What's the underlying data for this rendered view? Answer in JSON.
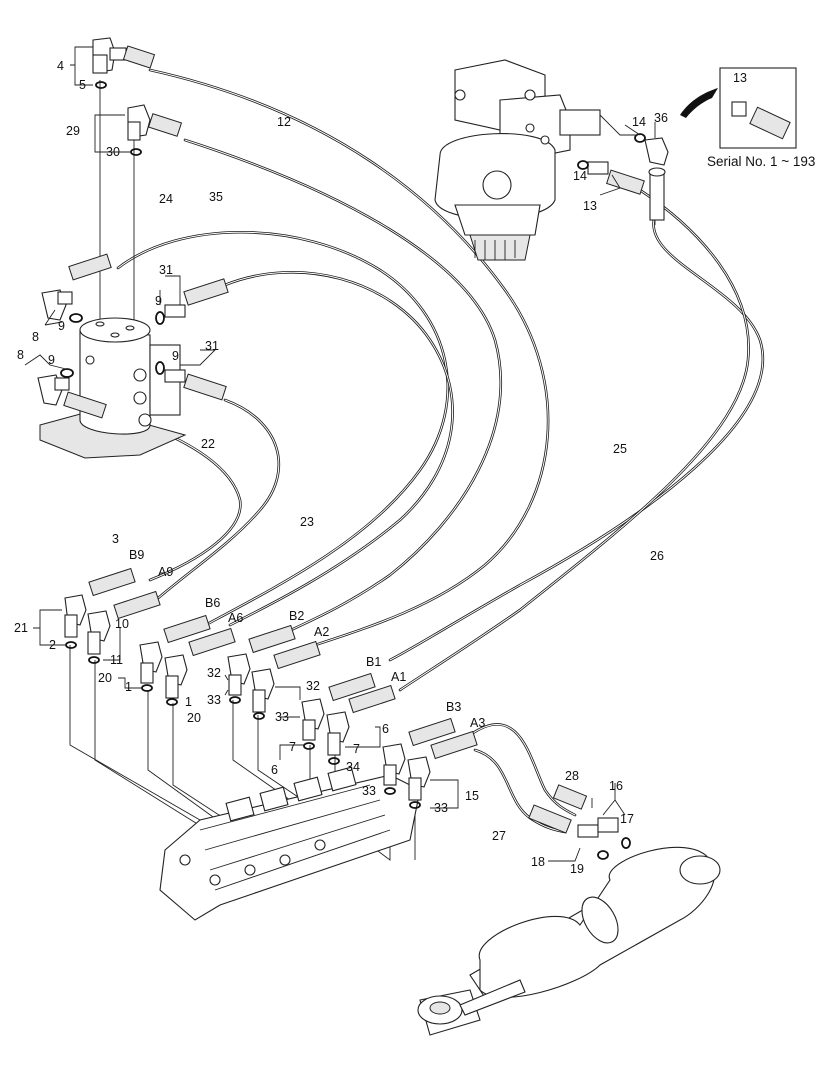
{
  "inset": {
    "caption": "Serial No. 1 ~ 193",
    "part": "13"
  },
  "labels": {
    "p4": "4",
    "p5": "5",
    "p29": "29",
    "p30": "30",
    "p12": "12",
    "p35": "35",
    "p24": "24",
    "p31a": "31",
    "p9a": "9",
    "p8a": "8",
    "p9b": "9",
    "p8b": "8",
    "p9c": "9",
    "p9d": "9",
    "p31b": "31",
    "p22": "22",
    "p23": "23",
    "p3": "3",
    "pB9": "B9",
    "pA9": "A9",
    "p21": "21",
    "p2": "2",
    "p10": "10",
    "p11": "11",
    "pB6": "B6",
    "pA6": "A6",
    "pB2": "B2",
    "pA2": "A2",
    "p20a": "20",
    "p1a": "1",
    "p1b": "1",
    "p20b": "20",
    "p32a": "32",
    "p33a": "33",
    "p32b": "32",
    "p33b": "33",
    "pB1": "B1",
    "pA1": "A1",
    "p6a": "6",
    "p7a": "7",
    "p7b": "7",
    "p6b": "6",
    "p34": "34",
    "p33c": "33",
    "pB3": "B3",
    "pA3": "A3",
    "p33d": "33",
    "p15": "15",
    "p14a": "14",
    "p36": "36",
    "p14b": "14",
    "p13": "13",
    "p25": "25",
    "p26": "26",
    "p28": "28",
    "p27": "27",
    "p16": "16",
    "p17": "17",
    "p18": "18",
    "p19": "19"
  }
}
